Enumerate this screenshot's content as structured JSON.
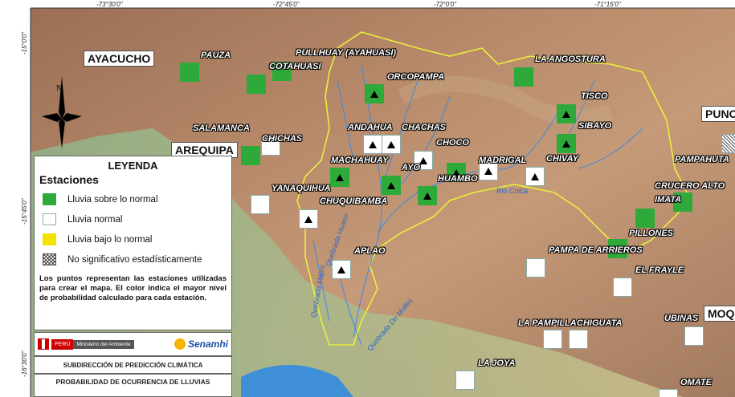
{
  "coords_top": [
    "-73°30'0\"",
    "-72°45'0\"",
    "-72°0'0\"",
    "-71°15'0\""
  ],
  "coords_left": [
    "-15°0'0\"",
    "-15°45'0\"",
    "-16°30'0\""
  ],
  "regions": {
    "ayacucho": "AYACUCHO",
    "arequipa": "AREQUIPA",
    "puno": "PUNO",
    "moquegua": "MOQ"
  },
  "stations": {
    "pauza": "PAUZA",
    "cotahuasi": "COTAHUASI",
    "pullhuay": "PULLHUAY (AYAHUASI)",
    "orcopampa": "ORCOPAMPA",
    "la_angostura": "LA ANGOSTURA",
    "tisco": "TISCO",
    "sibayo": "SIBAYO",
    "salamanca": "SALAMANCA",
    "chichas": "CHICHAS",
    "andahua": "ANDAHUA",
    "chachas": "CHACHAS",
    "choco": "CHOCO",
    "madrigal": "MADRIGAL",
    "chivay": "CHIVAY",
    "pampahuta": "PAMPAHUTA",
    "machahuay": "MACHAHUAY",
    "ayo": "AYO",
    "huambo": "HUAMBO",
    "crucero_alto": "CRUCERO ALTO",
    "imata": "IMATA",
    "yanaquihua": "YANAQUIHUA",
    "chuquibamba": "CHUQUIBAMBA",
    "pillones": "PILLONES",
    "pampa_arrieros": "PAMPA DE ARRIEROS",
    "aplao": "APLAO",
    "el_frayle": "EL FRAYLE",
    "la_pampilla": "LA PAMPILLA",
    "chiguata": "CHIGUATA",
    "ubinas": "UBINAS",
    "la_joya": "LA JOYA",
    "omate": "OMATE"
  },
  "rivers": {
    "colca": "Rio Colca",
    "huario": "Quebrada Huario",
    "molles": "Quebrada De Molles",
    "majes": "Quebrada Majes"
  },
  "legend": {
    "title": "LEYENDA",
    "subtitle": "Estaciones",
    "items": [
      {
        "label": "Lluvia sobre lo normal",
        "color": "#2eaa3b"
      },
      {
        "label": "Lluvia normal",
        "color": "#ffffff"
      },
      {
        "label": "Lluvia bajo lo normal",
        "color": "#f3e400"
      },
      {
        "label": "No significativo estadísticamente",
        "color": "hatched"
      }
    ],
    "note": "Los puntos representan las estaciones utilizadas para crear el mapa. El color indica el mayor nivel de probabilidad calculado para cada estación."
  },
  "logos": {
    "peru": "PERÚ",
    "ministry": "Ministerio del Ambiente",
    "senamhi": "Senamhi"
  },
  "footer": {
    "sub": "SUBDIRECCIÓN DE PREDICCIÓN CLIMÁTICA",
    "title": "PROBABILIDAD DE OCURRENCIA DE LLUVIAS"
  }
}
